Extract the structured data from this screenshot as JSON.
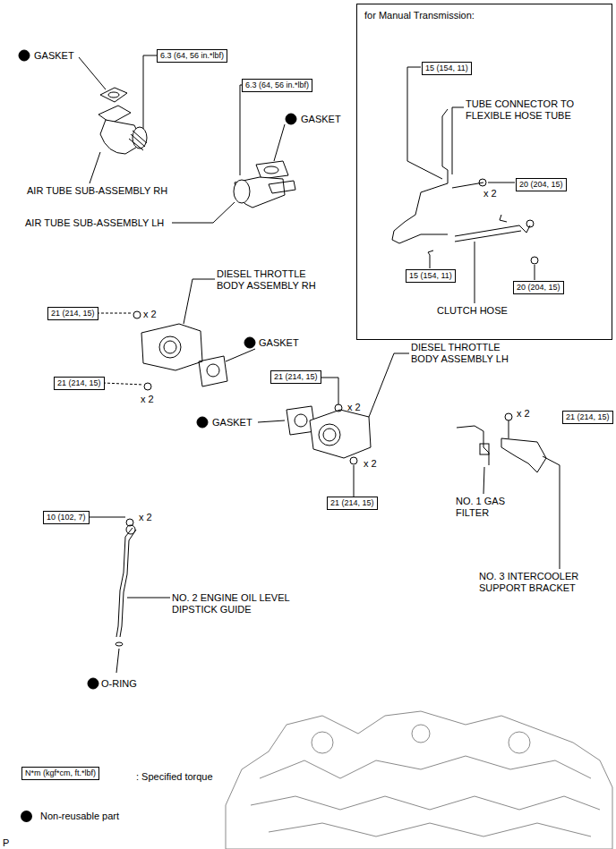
{
  "diagram": {
    "nodes": [
      {
        "text": [
          "for Manual Transmission:"
        ]
      },
      {
        "text": [
          "6.3 (64, 56 in.*lbf)"
        ]
      },
      {
        "text": [
          "6.3 (64, 56 in.*lbf)"
        ]
      },
      {
        "text": [
          "15 (154, 11)"
        ],
        "in": 0
      },
      {
        "text": [
          "20 (204, 15)"
        ],
        "in": 0
      },
      {
        "text": [
          "15 (154, 11)"
        ],
        "in": 0
      },
      {
        "text": [
          "20 (204, 15)"
        ],
        "in": 0
      },
      {
        "text": [
          "21 (214, 15)"
        ]
      },
      {
        "text": [
          "21 (214, 15)"
        ]
      },
      {
        "text": [
          "21 (214, 15)"
        ]
      },
      {
        "text": [
          "21 (214, 15)"
        ]
      },
      {
        "text": [
          "21 (214, 15)"
        ]
      },
      {
        "text": [
          "10 (102, 7)"
        ]
      },
      {
        "text": [
          "N*m (kgf*cm, ft.*lbf)"
        ]
      }
    ],
    "labels": [
      "GASKET",
      "AIR TUBE SUB-ASSEMBLY RH",
      "GASKET",
      "AIR TUBE SUB-ASSEMBLY LH",
      "TUBE CONNECTOR TO FLEXIBLE HOSE TUBE",
      "x 2",
      "CLUTCH HOSE",
      "DIESEL THROTTLE BODY ASSEMBLY RH",
      "x 2",
      "GASKET",
      "x 2",
      "DIESEL THROTTLE BODY ASSEMBLY LH",
      "x 2",
      "GASKET",
      "x 2",
      "x 2",
      "NO. 1 GAS FILTER",
      "NO. 3 INTERCOOLER SUPPORT BRACKET",
      "x 2",
      "NO. 2 ENGINE OIL LEVEL DIPSTICK GUIDE",
      "O-RING",
      "P"
    ],
    "legend": [
      {
        "text": ": Specified torque"
      },
      {
        "text": "Non-reusable part",
        "color": "#000000"
      }
    ]
  }
}
